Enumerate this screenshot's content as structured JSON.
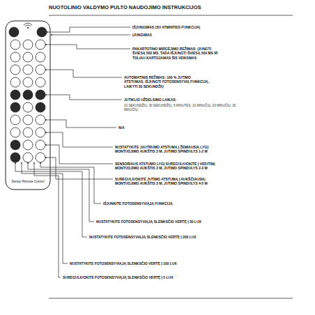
{
  "diagram": {
    "title": "NUOTOLINIO VALDYMO PULTO NAUDOJIMO INSTRUKCIJOS",
    "labels": [
      "IŠJUNGIMAS (SU ATMINTIES FUNKCIJA)",
      "ĮJUNGIMAS",
      "PAKARTOTINO MIRGĖJIMO REŽIMAS: ĮJUNGTI ŠVIESĄ 500 MS, TADA IŠJUNGTI ŠVIESĄ 500 MS IR TOLIAU KARTOJAMAS ŠIS VEIKSMAS",
      "AUTOMATINIS REŽIMAS: 100 % JUTIMO ATSTUMAS, IŠJUNGTI FOTOSENSYVIĄ FUNKCIJĄ, LAIKYTI 30 SEKUNDŽIŲ",
      "JUTIKLIO UŽDELSIMO LAIKAS:",
      "10 SEKUNDŽIŲ, 30 SEKUNDŽIŲ, 5 MINUTĖS, 10 MINUČIŲ, 20 MINUČIŲ, 30 MINUČIŲ",
      "N/A",
      "NUSTATYKITE JAUTRUMO ATSTUMĄ Į ŽEMIAUSIĄ LYGĮ: MONTUOJIMO AUKŠTIS 3 M, JUTIMO SPINDULYS 1-2 M",
      "SENSORIAUS ATSTUMO LYGĮ SUREGULIUOKITE Į VIDUTINĮ: MONTUOJIMO AUKŠTIS 3 M, JUTIMO SPINDULYS 2-3 M",
      "SUREGULIUOKITE JUTIMO ATSTUMĄ Į AUKŠČIAUSIĄ: MONTUOJIMO AUKŠTIS 3 M, JUTIMO SPINDULYS 4-5 M",
      "IŠJUNKITE FOTOSENSYVIĄJĄ FUNKCIJĄ",
      "NUSTATYKITE FOTOSENSYVIĄJĄ SLENKSČIO VERTĘ Į 30 LUX",
      "NUSTATYKITE FOTOSENSYVIĄJĄ SLENKSČIO VERTĘ Į 200 LUX",
      "NUSTATYKITE FOTOSENSYVIĄJĄ SLENKSČIO VERTĘ Į 100 LUX",
      "SUREGULIUOKITE FOTOSENSYVIĄJĄ SLENKSČIO VERTĘ Į 5 LUX",
      "Sensor Remote Control"
    ]
  }
}
